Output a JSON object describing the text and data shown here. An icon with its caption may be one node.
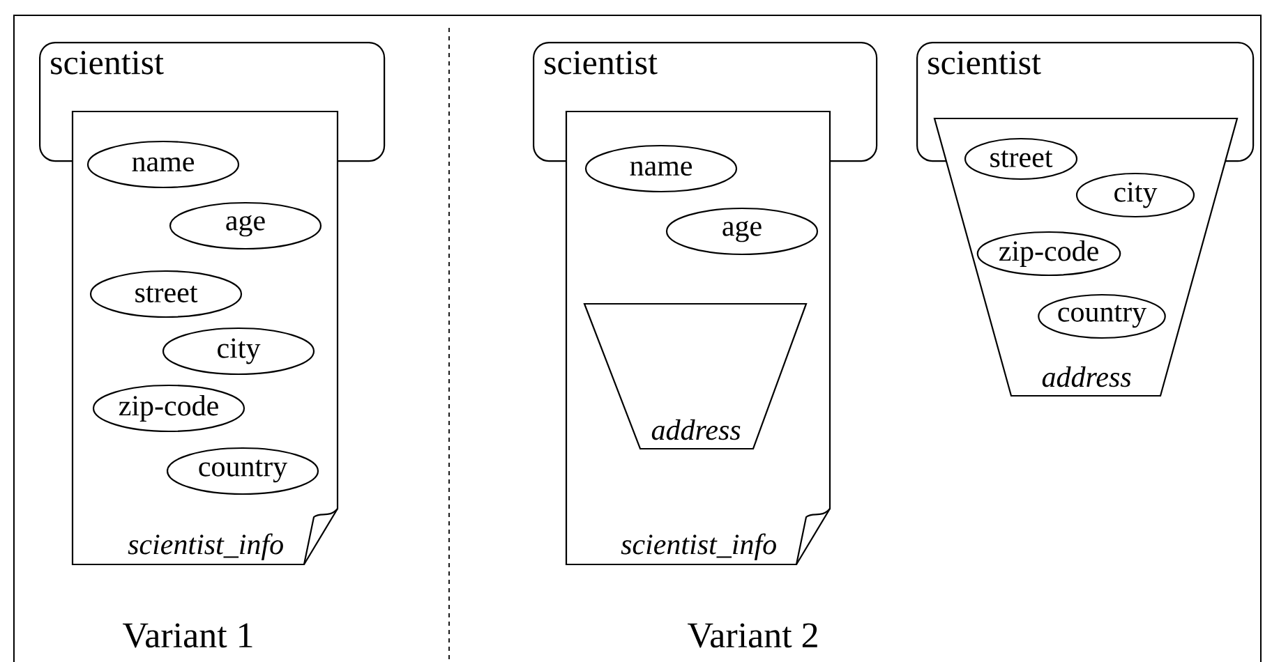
{
  "diagram": {
    "nodes": [
      {
        "text": [
          "scientist"
        ]
      },
      {
        "text": [
          "scientist_info"
        ]
      },
      {
        "text": [
          "name"
        ],
        "in": 1
      },
      {
        "text": [
          "age"
        ],
        "in": 1
      },
      {
        "text": [
          "street"
        ],
        "in": 1
      },
      {
        "text": [
          "city"
        ],
        "in": 1
      },
      {
        "text": [
          "zip-code"
        ],
        "in": 1
      },
      {
        "text": [
          "country"
        ],
        "in": 1
      },
      {
        "text": [
          "scientist"
        ]
      },
      {
        "text": [
          "scientist_info"
        ]
      },
      {
        "text": [
          "name"
        ],
        "in": 9
      },
      {
        "text": [
          "age"
        ],
        "in": 9
      },
      {
        "text": [
          "address"
        ],
        "in": 9
      },
      {
        "text": [
          "scientist"
        ]
      },
      {
        "text": [
          "address"
        ]
      },
      {
        "text": [
          "street"
        ],
        "in": 14
      },
      {
        "text": [
          "city"
        ],
        "in": 14
      },
      {
        "text": [
          "zip-code"
        ],
        "in": 14
      },
      {
        "text": [
          "country"
        ],
        "in": 14
      }
    ],
    "labels": [
      "Variant 1",
      "Variant 2"
    ]
  }
}
